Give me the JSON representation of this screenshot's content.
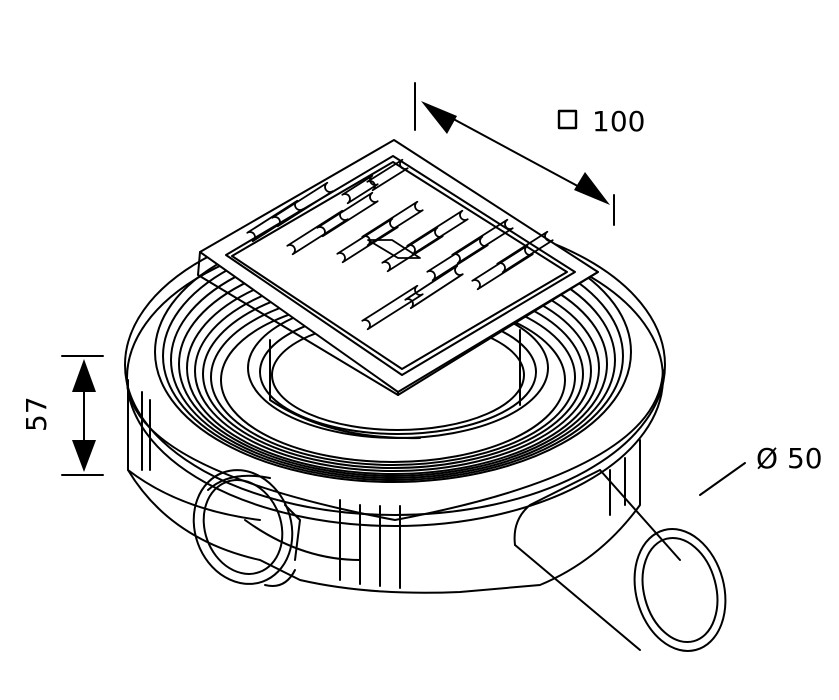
{
  "dimensions": {
    "grate_size": "100",
    "grate_size_symbol": "square",
    "height": "57",
    "outlet_diameter": "Ø 50"
  },
  "colors": {
    "line": "#000000",
    "paper": "#ffffff"
  }
}
